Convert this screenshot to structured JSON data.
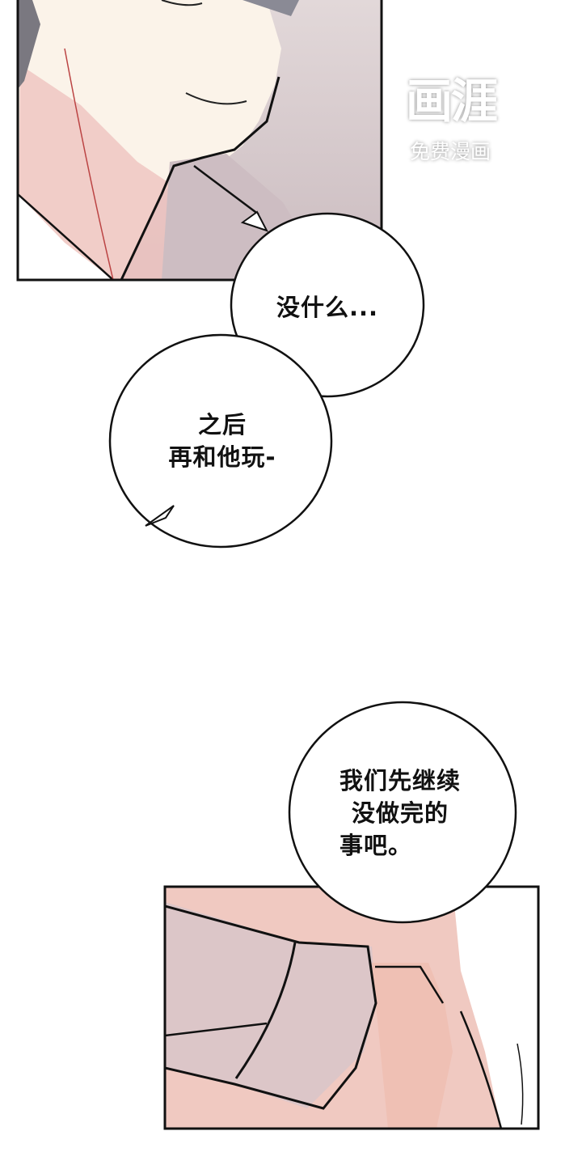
{
  "watermark": {
    "brand": "画涯",
    "tagline": "免费漫画"
  },
  "bubbles": [
    {
      "lines": [
        "没什么..."
      ]
    },
    {
      "lines": [
        "之后",
        "再和他玩-"
      ]
    },
    {
      "lines": [
        "我们先继续",
        "没做完的",
        "事吧。"
      ]
    }
  ],
  "colors": {
    "skin": "#fbf1e6",
    "blush": "#efbdb8",
    "background": "#d9cdd0",
    "shirt": "#ddc8c8",
    "ink": "#111111"
  }
}
